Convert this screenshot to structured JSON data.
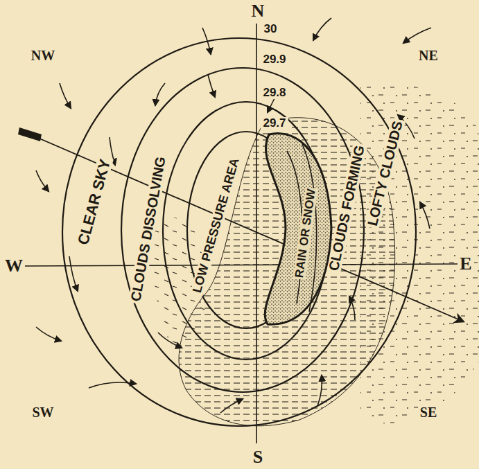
{
  "diagram": {
    "nodes": [
      {
        "text": [
          "RAIN OR SNOW"
        ]
      }
    ],
    "labels": [
      "N",
      "S",
      "W",
      "E",
      "NW",
      "NE",
      "SW",
      "SE",
      "30",
      "29.9",
      "29.8",
      "29.7",
      "CLEAR SKY",
      "CLOUDS DISSOLVING",
      "LOW PRESSURE AREA",
      "CLOUDS FORMING",
      "LOFTY CLOUDS"
    ]
  }
}
